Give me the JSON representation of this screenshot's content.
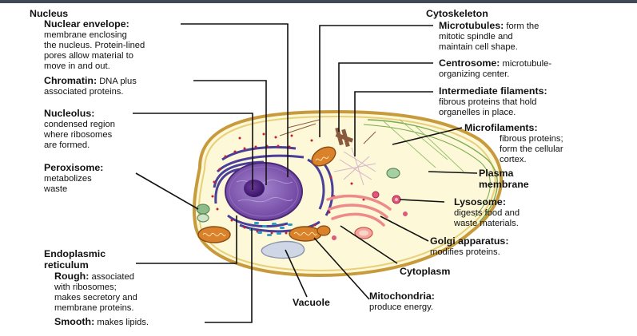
{
  "colors": {
    "cell_fill": "#fcf8d8",
    "cell_membrane": "#c79a3c",
    "nucleus": "#7b4fa8",
    "nucleolus": "#4a1f79",
    "er": "#4a3f9a",
    "mitochondria": "#d9822b",
    "golgi": "#ee8a8a",
    "lysosome": "#e0587a",
    "peroxisome": "#8dbb8a",
    "vacuole": "#cfd6e6",
    "cytoskeleton": "#7aa84f",
    "leader_line": "#111111"
  },
  "headers": {
    "nucleus": "Nucleus",
    "cytoskeleton": "Cytoskeleton"
  },
  "labels": {
    "nuclear_envelope": {
      "term": "Nuclear envelope:",
      "desc": [
        "membrane enclosing",
        "the nucleus. Protein-lined",
        "pores allow material to",
        "move in and out."
      ]
    },
    "chromatin": {
      "term": "Chromatin:",
      "desc_inline": "DNA plus",
      "desc": [
        "associated proteins."
      ]
    },
    "nucleolus": {
      "term": "Nucleolus:",
      "desc": [
        "condensed region",
        "where ribosomes",
        "are formed."
      ]
    },
    "peroxisome": {
      "term": "Peroxisome:",
      "desc": [
        "metabolizes",
        "waste"
      ]
    },
    "er": {
      "term_lines": [
        "Endoplasmic",
        "reticulum"
      ]
    },
    "rough": {
      "term": "Rough:",
      "desc_inline": "associated",
      "desc": [
        "with ribosomes;",
        "makes secretory and",
        "membrane proteins."
      ]
    },
    "smooth": {
      "term": "Smooth:",
      "desc_inline": "makes lipids."
    },
    "microtubules": {
      "term": "Microtubules:",
      "desc_inline": "form the",
      "desc": [
        "mitotic spindle and",
        "maintain cell shape."
      ]
    },
    "centrosome": {
      "term": "Centrosome:",
      "desc_inline": "microtubule-",
      "desc": [
        "organizing center."
      ]
    },
    "intermediate_filaments": {
      "term": "Intermediate filaments:",
      "desc": [
        "fibrous proteins that hold",
        "organelles in place."
      ]
    },
    "microfilaments": {
      "term": "Microfilaments:",
      "desc": [
        "fibrous proteins;",
        "form the cellular",
        "cortex."
      ]
    },
    "plasma_membrane": {
      "term_lines": [
        "Plasma",
        "membrane"
      ]
    },
    "lysosome": {
      "term": "Lysosome:",
      "desc": [
        "digests food and",
        "waste materials."
      ]
    },
    "golgi": {
      "term": "Golgi apparatus:",
      "desc": [
        "modifies proteins."
      ]
    },
    "cytoplasm": {
      "term": "Cytoplasm"
    },
    "mitochondria": {
      "term": "Mitochondria:",
      "desc": [
        "produce energy."
      ]
    },
    "vacuole": {
      "term": "Vacuole"
    }
  }
}
